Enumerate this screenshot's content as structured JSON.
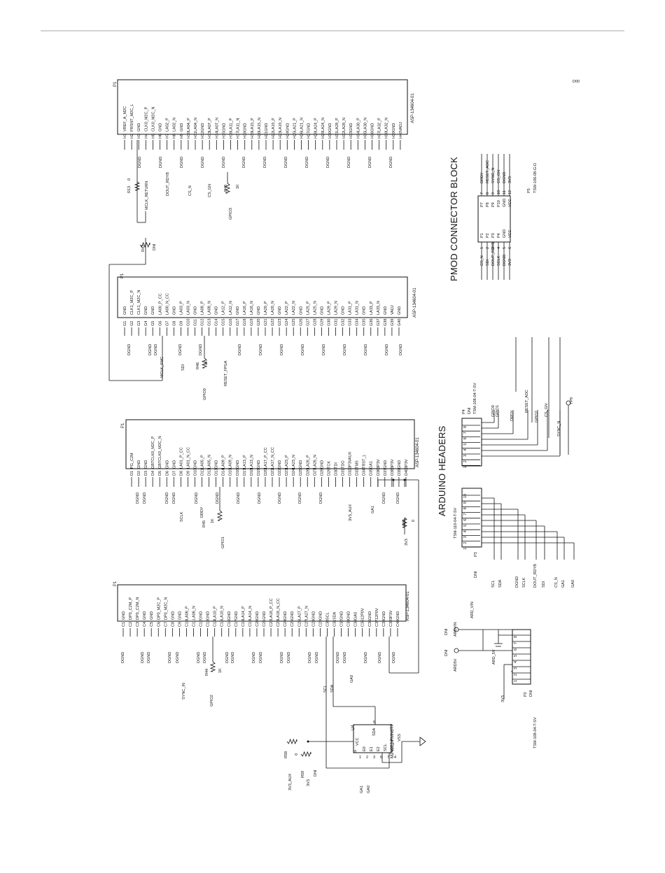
{
  "page": {
    "corner_code": "D00"
  },
  "titles": {
    "pmod": "PMOD CONNECTOR BLOCK",
    "arduino": "ARDUINO HEADERS"
  },
  "connectors": {
    "h": {
      "ref": "P1",
      "part": "ASP-134604-01",
      "pins": [
        "H1",
        "H2",
        "H3",
        "H4",
        "H5",
        "H6",
        "H7",
        "H8",
        "H9",
        "H10",
        "H11",
        "H12",
        "H13",
        "H14",
        "H15",
        "H16",
        "H17",
        "H18",
        "H19",
        "H20",
        "H21",
        "H22",
        "H23",
        "H24",
        "H25",
        "H26",
        "H27",
        "H28",
        "H29",
        "H30",
        "H31",
        "H32",
        "H33",
        "H34",
        "H35",
        "H36",
        "H37",
        "H38",
        "H39",
        "H40"
      ],
      "names": [
        "VREF_A_M2C",
        "PRSNT_M2C_L",
        "GND",
        "CLK0_M2C_P",
        "CLK0_M2C_N",
        "GND",
        "LA02_P",
        "LA02_N",
        "GND",
        "LA04_P",
        "LA04_N",
        "GND",
        "LA07_P",
        "LA07_N",
        "GND",
        "LA11_P",
        "LA11_N",
        "GND",
        "LA15_P",
        "LA15_N",
        "GND",
        "LA19_P",
        "LA19_N",
        "GND",
        "LA21_P",
        "LA21_N",
        "GND",
        "LA24_P",
        "LA24_N",
        "GND",
        "LA28_P",
        "LA28_N",
        "GND",
        "LA30_P",
        "LA30_N",
        "GND",
        "LA32_P",
        "LA32_N",
        "GND",
        "VADJ"
      ]
    },
    "g": {
      "ref": "P1",
      "part": "ASP-134604-01",
      "pins": [
        "G1",
        "G2",
        "G3",
        "G4",
        "G5",
        "G6",
        "G7",
        "G8",
        "G9",
        "G10",
        "G11",
        "G12",
        "G13",
        "G14",
        "G15",
        "G16",
        "G17",
        "G18",
        "G19",
        "G20",
        "G21",
        "G22",
        "G23",
        "G24",
        "G25",
        "G26",
        "G27",
        "G28",
        "G29",
        "G30",
        "G31",
        "G32",
        "G33",
        "G34",
        "G35",
        "G36",
        "G37",
        "G38",
        "G39",
        "G40"
      ],
      "names": [
        "GND",
        "CLK1_M2C_P",
        "CLK1_M2C_N",
        "GND",
        "GND",
        "LA00_P_CC",
        "LA00_N_CC",
        "GND",
        "LA03_P",
        "LA03_N",
        "GND",
        "LA08_P",
        "LA08_N",
        "GND",
        "LA12_P",
        "LA12_N",
        "GND",
        "LA16_P",
        "LA16_N",
        "GND",
        "LA20_P",
        "LA20_N",
        "GND",
        "LA22_P",
        "LA22_N",
        "GND",
        "LA25_P",
        "LA25_N",
        "GND",
        "LA29_P",
        "LA29_N",
        "GND",
        "LA31_P",
        "LA31_N",
        "GND",
        "LA33_P",
        "LA33_N",
        "GND",
        "VADJ",
        "GND"
      ]
    },
    "d": {
      "ref": "P1",
      "part": "ASP-134604-01",
      "pins": [
        "D1",
        "D2",
        "D3",
        "D4",
        "D5",
        "D6",
        "D7",
        "D8",
        "D9",
        "D10",
        "D11",
        "D12",
        "D13",
        "D14",
        "D15",
        "D16",
        "D17",
        "D18",
        "D19",
        "D20",
        "D21",
        "D22",
        "D23",
        "D24",
        "D25",
        "D26",
        "D27",
        "D28",
        "D29",
        "D30",
        "D31",
        "D32",
        "D33",
        "D34",
        "D35",
        "D36",
        "D37",
        "D38",
        "D39",
        "D40"
      ],
      "names": [
        "PG_C2M",
        "GND",
        "GND",
        "GBTCLK0_M2C_P",
        "GBTCLK0_M2C_N",
        "GND",
        "GND",
        "LA01_P_CC",
        "LA01_N_CC",
        "GND",
        "LA05_P",
        "LA05_N",
        "GND",
        "LA09_P",
        "LA09_N",
        "GND",
        "LA13_P",
        "LA13_N",
        "GND",
        "LA17_P_CC",
        "LA17_N_CC",
        "GND",
        "LA23_P",
        "LA23_N",
        "GND",
        "LA26_P",
        "LA26_N",
        "GND",
        "TCK",
        "TDI",
        "TDO",
        "3P3VAUX",
        "TMS",
        "TRST_L",
        "GA1",
        "3P3V",
        "GND",
        "3P3V",
        "GND",
        "3P3V"
      ]
    },
    "c": {
      "ref": "P1",
      "part": "ASP-134604-01",
      "pins": [
        "C1",
        "C2",
        "C3",
        "C4",
        "C5",
        "C6",
        "C7",
        "C8",
        "C9",
        "C10",
        "C11",
        "C12",
        "C13",
        "C14",
        "C15",
        "C16",
        "C17",
        "C18",
        "C19",
        "C20",
        "C21",
        "C22",
        "C23",
        "C24",
        "C25",
        "C26",
        "C27",
        "C28",
        "C29",
        "C30",
        "C31",
        "C32",
        "C33",
        "C34",
        "C35",
        "C36",
        "C37",
        "C38",
        "C39",
        "C40"
      ],
      "names": [
        "GND",
        "DP0_C2M_P",
        "DP0_C2M_N",
        "GND",
        "GND",
        "DP0_M2C_P",
        "DP0_M2C_N",
        "GND",
        "GND",
        "LA06_P",
        "LA06_N",
        "GND",
        "GND",
        "LA10_P",
        "LA10_N",
        "GND",
        "GND",
        "LA14_P",
        "LA14_N",
        "GND",
        "GND",
        "LA18_P_CC",
        "LA18_N_CC",
        "GND",
        "GND",
        "LA27_P",
        "LA27_N",
        "GND",
        "GND",
        "SCL",
        "SDA",
        "GND",
        "GND",
        "GA0",
        "12P0V",
        "GND",
        "12P0V",
        "GND",
        "3P3V",
        "GND"
      ]
    }
  },
  "nets": {
    "dgnd": "DGND",
    "mclk_return": "MCLK_RETURN",
    "dout_rdyb": "DOUT_RDYB",
    "cs_n": "CS_N",
    "cs_gn": "CS_GN",
    "gpio3": "GPIO3",
    "mclk_fmc": "MCLK_FMC",
    "sdi": "SDI",
    "gpio0": "GPIO0",
    "reset_fpga": "RESET_FPGA",
    "sclk": "SCLK",
    "drdy": "DRDY",
    "gpio1": "GPIO1",
    "v3v3_aux": "3V3_AUX",
    "ga1": "GA1",
    "v3v3": "3V3",
    "sync_in": "SYNC_IN",
    "gpio2": "GPIO2",
    "scl": "SCL",
    "sda": "SDA",
    "ga0": "GA0",
    "sync_n": "SYNC_N",
    "reset_adc": "RESET_ADC",
    "ard_5v": "ARD_5V",
    "ard_vin": "ARD_VIN"
  },
  "resistors": {
    "r13": {
      "ref": "R13",
      "value": "0"
    },
    "r47": {
      "ref": "R47",
      "value": "DNI"
    },
    "r48": {
      "ref": "R48",
      "value": "1K"
    },
    "r46": {
      "ref": "R46",
      "value": "1K"
    },
    "r45": {
      "ref": "R45",
      "value": "1K"
    },
    "r56": {
      "ref": "R56",
      "value": "0"
    },
    "r44": {
      "ref": "R44",
      "value": "1K"
    },
    "r58": {
      "ref": "R58",
      "value": "0"
    },
    "r59": {
      "ref": "R59",
      "value": "DNI"
    }
  },
  "eeprom": {
    "ref": "U4",
    "part": "M24C02-RMN6TP",
    "pins": {
      "p1": "1",
      "p2": "2",
      "p3": "3",
      "p4": "4",
      "p5": "5",
      "p6": "6",
      "p7": "7",
      "p8": "8"
    },
    "names": {
      "e0": "E0",
      "e1": "E1",
      "e2": "E2",
      "vcc": "VCC",
      "sda": "SDA",
      "scl": "SCL",
      "wc": "WC_N",
      "vss": "VSS"
    }
  },
  "pmod": {
    "ref": "P5",
    "part": "TSW-106-08-G-D",
    "left_pins": [
      "P1",
      "P2",
      "P3",
      "P4",
      "GND",
      "VCC"
    ],
    "left_nums": [
      "1",
      "2",
      "3",
      "4",
      "5",
      "6"
    ],
    "right_pins": [
      "P7",
      "P8",
      "P9",
      "P10",
      "GND",
      "VCC"
    ],
    "right_nums": [
      "7",
      "8",
      "9",
      "10",
      "11",
      "12"
    ],
    "left_nets": [
      "CS_N",
      "SDI",
      "DOUT_RDYB",
      "SCLK",
      "DGND",
      "3V3"
    ],
    "right_nets": [
      "DRDY",
      "RESET_ADC",
      "SYNC_N",
      "CS_GN",
      "DGND",
      "3V3"
    ]
  },
  "p4": {
    "ref": "P4",
    "dni": "DNI",
    "part": "TSM-108-04-T-SV",
    "pins": [
      "8",
      "7",
      "6",
      "5",
      "4",
      "3",
      "2",
      "1"
    ],
    "nets": [
      "GPIO0",
      "GPIO1",
      "DRDY",
      "RESET_ADC",
      "GPIO2",
      "CS_GN",
      "SYNC_N"
    ],
    "tp": "TP9"
  },
  "p3": {
    "ref": "P3",
    "dni": "DNI",
    "part": "TSM-110-04-T-SV",
    "pins": [
      "10",
      "9",
      "8",
      "7",
      "6",
      "5",
      "4",
      "3",
      "2",
      "1"
    ],
    "nets": [
      "SCL",
      "SDA",
      "DGND",
      "SCLK",
      "DOUT_RDYB",
      "SDI",
      "CS_N",
      "GA1",
      "GA0"
    ]
  },
  "p2": {
    "ref": "P2",
    "dni": "DNI",
    "part": "TSM-108-04-T-SV",
    "pins": [
      "8",
      "7",
      "6",
      "5",
      "4",
      "3",
      "2",
      "1"
    ],
    "labels": [
      "ARDVIN",
      "ARD5V",
      "DNI",
      "DNI"
    ]
  }
}
